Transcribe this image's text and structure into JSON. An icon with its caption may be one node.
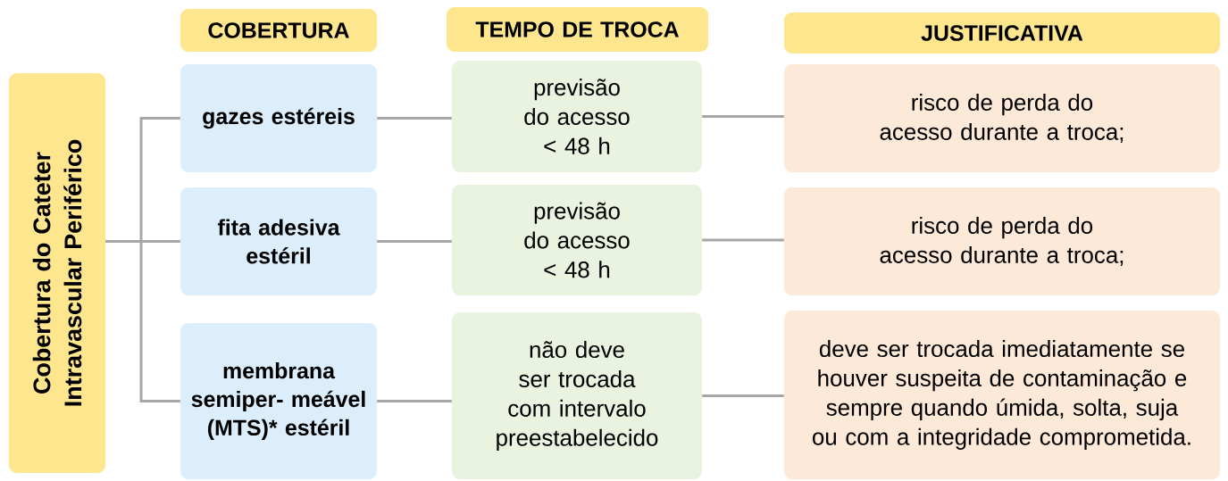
{
  "diagram": {
    "nodes": [
      {
        "text": [
          "COBERTURA"
        ]
      },
      {
        "text": [
          "TEMPO DE TROCA"
        ]
      },
      {
        "text": [
          "JUSTIFICATIVA"
        ]
      },
      {
        "text": [
          "Cobertura do Cateter Intravascular Periférico"
        ]
      },
      {
        "text": [
          "gazes estéreis"
        ]
      },
      {
        "text": [
          "fita adesiva estéril"
        ]
      },
      {
        "text": [
          "membrana semiper- meável (MTS)* estéril"
        ]
      },
      {
        "text": [
          "previsão do acesso < 48 h"
        ]
      },
      {
        "text": [
          "previsão do acesso < 48 h"
        ]
      },
      {
        "text": [
          "não deve ser trocada com intervalo preestabelecido"
        ]
      },
      {
        "text": [
          "risco de perda do acesso durante a troca;"
        ]
      },
      {
        "text": [
          "risco de perda do acesso durante a troca;"
        ]
      },
      {
        "text": [
          "deve ser trocada imediatamente se houver suspeita de contaminação e sempre quando úmida, solta, suja ou com a integridade comprometida."
        ]
      }
    ],
    "edges": [
      {
        "from": 3,
        "to": 4,
        "arrow": "none"
      },
      {
        "from": 3,
        "to": 5,
        "arrow": "none"
      },
      {
        "from": 3,
        "to": 6,
        "arrow": "none"
      },
      {
        "from": 4,
        "to": 7,
        "arrow": "none"
      },
      {
        "from": 5,
        "to": 8,
        "arrow": "none"
      },
      {
        "from": 6,
        "to": 9,
        "arrow": "none"
      },
      {
        "from": 7,
        "to": 10,
        "arrow": "none"
      },
      {
        "from": 8,
        "to": 11,
        "arrow": "none"
      },
      {
        "from": 9,
        "to": 12,
        "arrow": "none"
      }
    ]
  }
}
